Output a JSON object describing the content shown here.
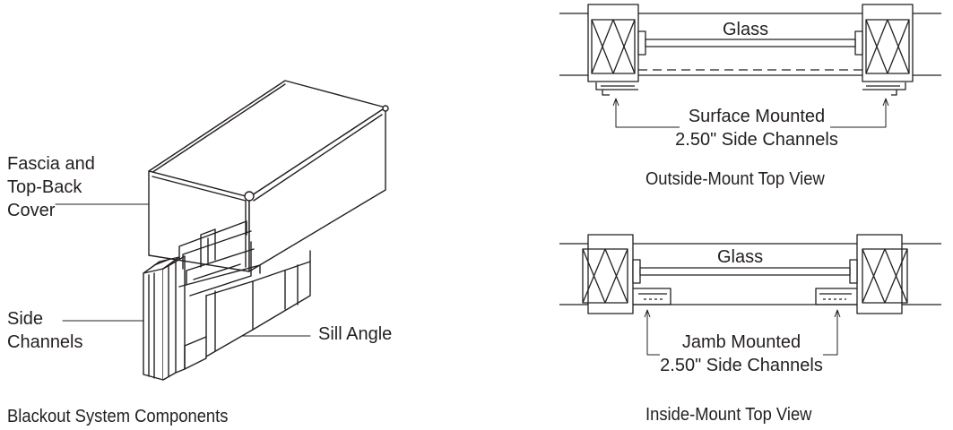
{
  "left_diagram": {
    "fascia_label_lines": [
      "Fascia and",
      "Top-Back",
      "Cover"
    ],
    "side_channels_label_lines": [
      "Side",
      "Channels"
    ],
    "sill_angle_label": "Sill Angle",
    "caption": "Blackout System Components"
  },
  "outside_mount": {
    "glass_label": "Glass",
    "channel_label_lines": [
      "Surface Mounted",
      "2.50\" Side Channels"
    ],
    "caption": "Outside-Mount Top View"
  },
  "inside_mount": {
    "glass_label": "Glass",
    "channel_label_lines": [
      "Jamb Mounted",
      "2.50\" Side Channels"
    ],
    "caption": "Inside-Mount Top View"
  },
  "colors": {
    "line": "#231f20",
    "text": "#231f20",
    "background": "#ffffff"
  }
}
